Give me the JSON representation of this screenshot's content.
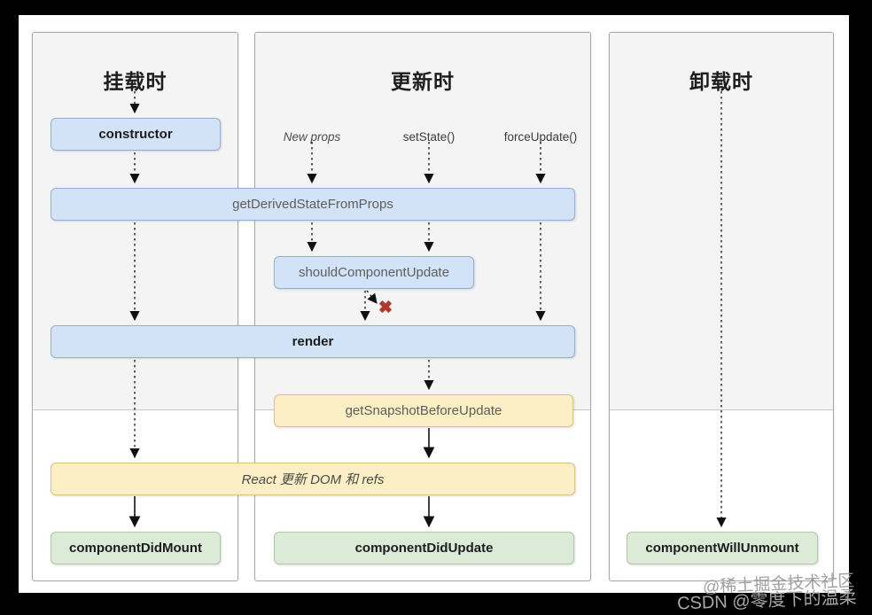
{
  "diagram": {
    "columns": [
      {
        "id": "mount",
        "title": "挂载时"
      },
      {
        "id": "update",
        "title": "更新时"
      },
      {
        "id": "unmount",
        "title": "卸载时"
      }
    ],
    "triggers": [
      {
        "label": "New props"
      },
      {
        "label": "setState()"
      },
      {
        "label": "forceUpdate()"
      }
    ],
    "nodes": {
      "constructor_box": {
        "label": "constructor"
      },
      "get_derived_state": {
        "label": "getDerivedStateFromProps"
      },
      "should_component_update": {
        "label": "shouldComponentUpdate"
      },
      "render_box": {
        "label": "render"
      },
      "get_snapshot": {
        "label": "getSnapshotBeforeUpdate"
      },
      "react_updates_dom": {
        "label": "React 更新 DOM 和 refs"
      },
      "component_did_mount": {
        "label": "componentDidMount"
      },
      "component_did_update": {
        "label": "componentDidUpdate"
      },
      "component_will_unmount": {
        "label": "componentWillUnmount"
      }
    },
    "marks": {
      "skip_update_x": "✖"
    },
    "colors": {
      "box_blue_fill": "#d3e3f7",
      "box_blue_border": "#95afd4",
      "box_yellow_fill": "#fcefc5",
      "box_yellow_border": "#ddc37d",
      "box_green_fill": "#dcead8",
      "box_green_border": "#aec7a4",
      "x_mark_red": "#b0392b",
      "panel_top_gray": "#f5f4f4"
    }
  },
  "watermark": {
    "line1": "@稀土掘金技术社区",
    "line2": "CSDN @零度下的温柔"
  }
}
